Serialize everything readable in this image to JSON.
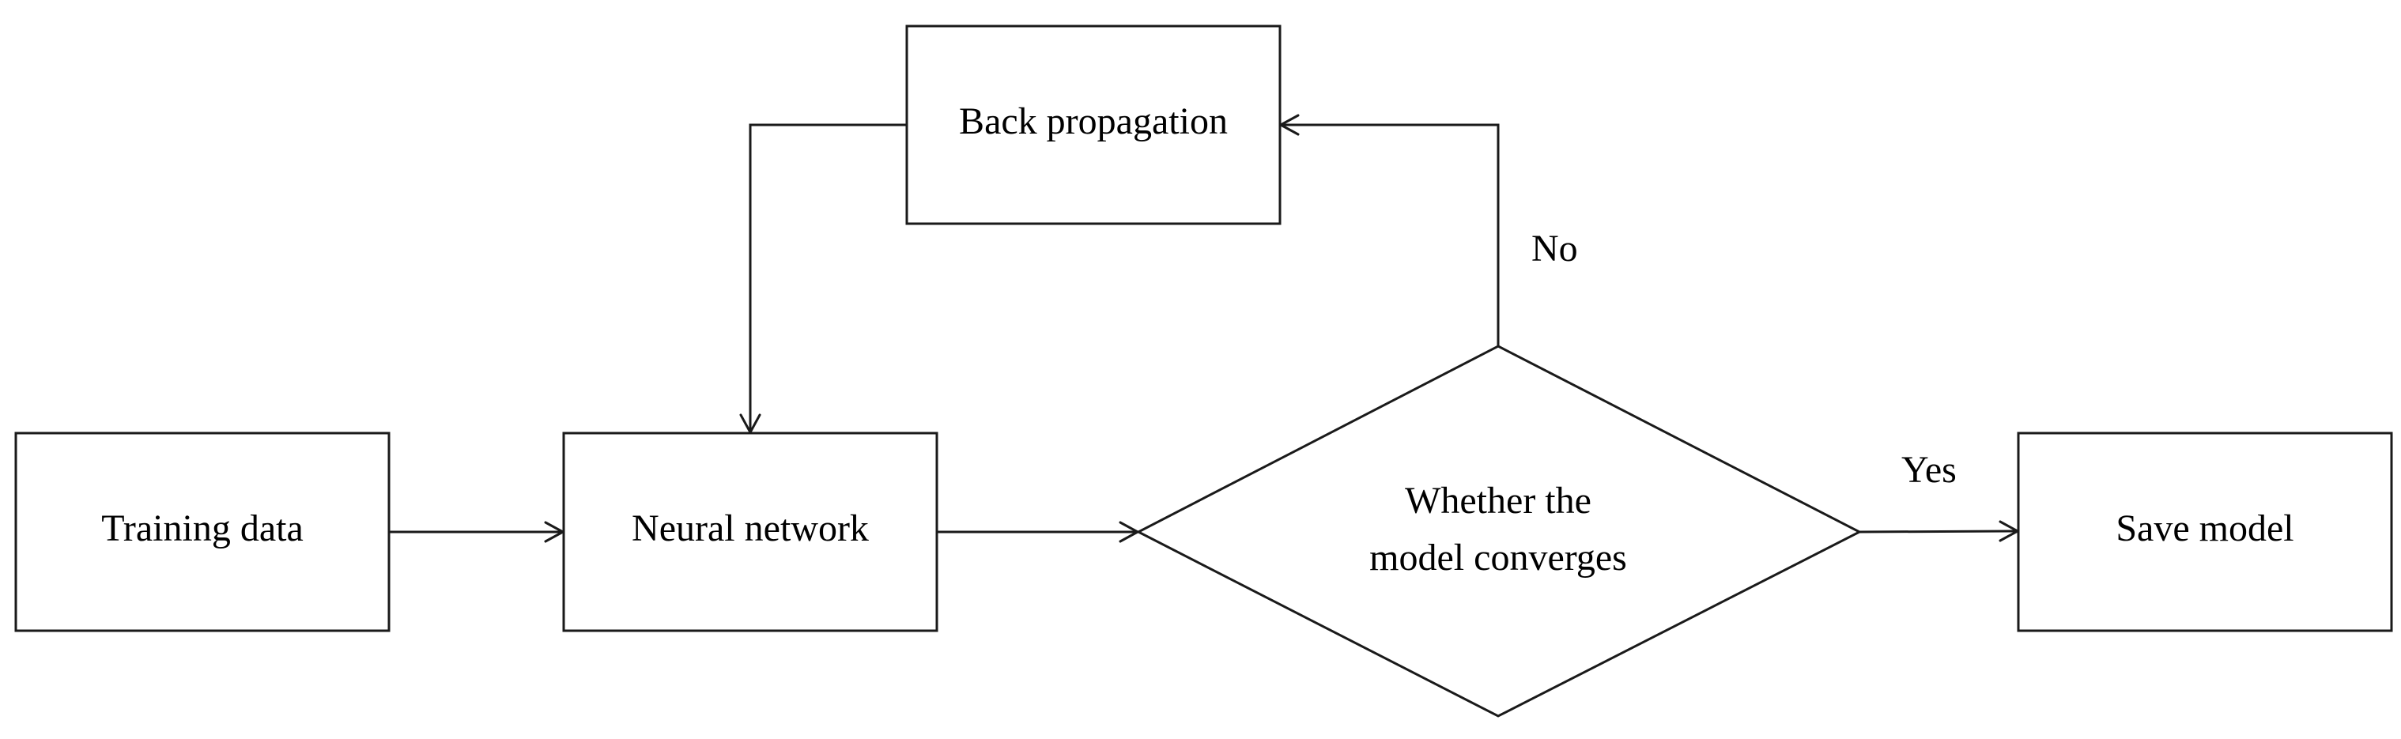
{
  "nodes": {
    "training_data": "Training data",
    "neural_network": "Neural network",
    "back_propagation": "Back propagation",
    "decision": {
      "line1": "Whether the",
      "line2": "model converges"
    },
    "save_model": "Save model"
  },
  "edge_labels": {
    "no": "No",
    "yes": "Yes"
  },
  "colors": {
    "stroke": "#1a1a1a",
    "text": "#000000",
    "background": "#ffffff"
  }
}
